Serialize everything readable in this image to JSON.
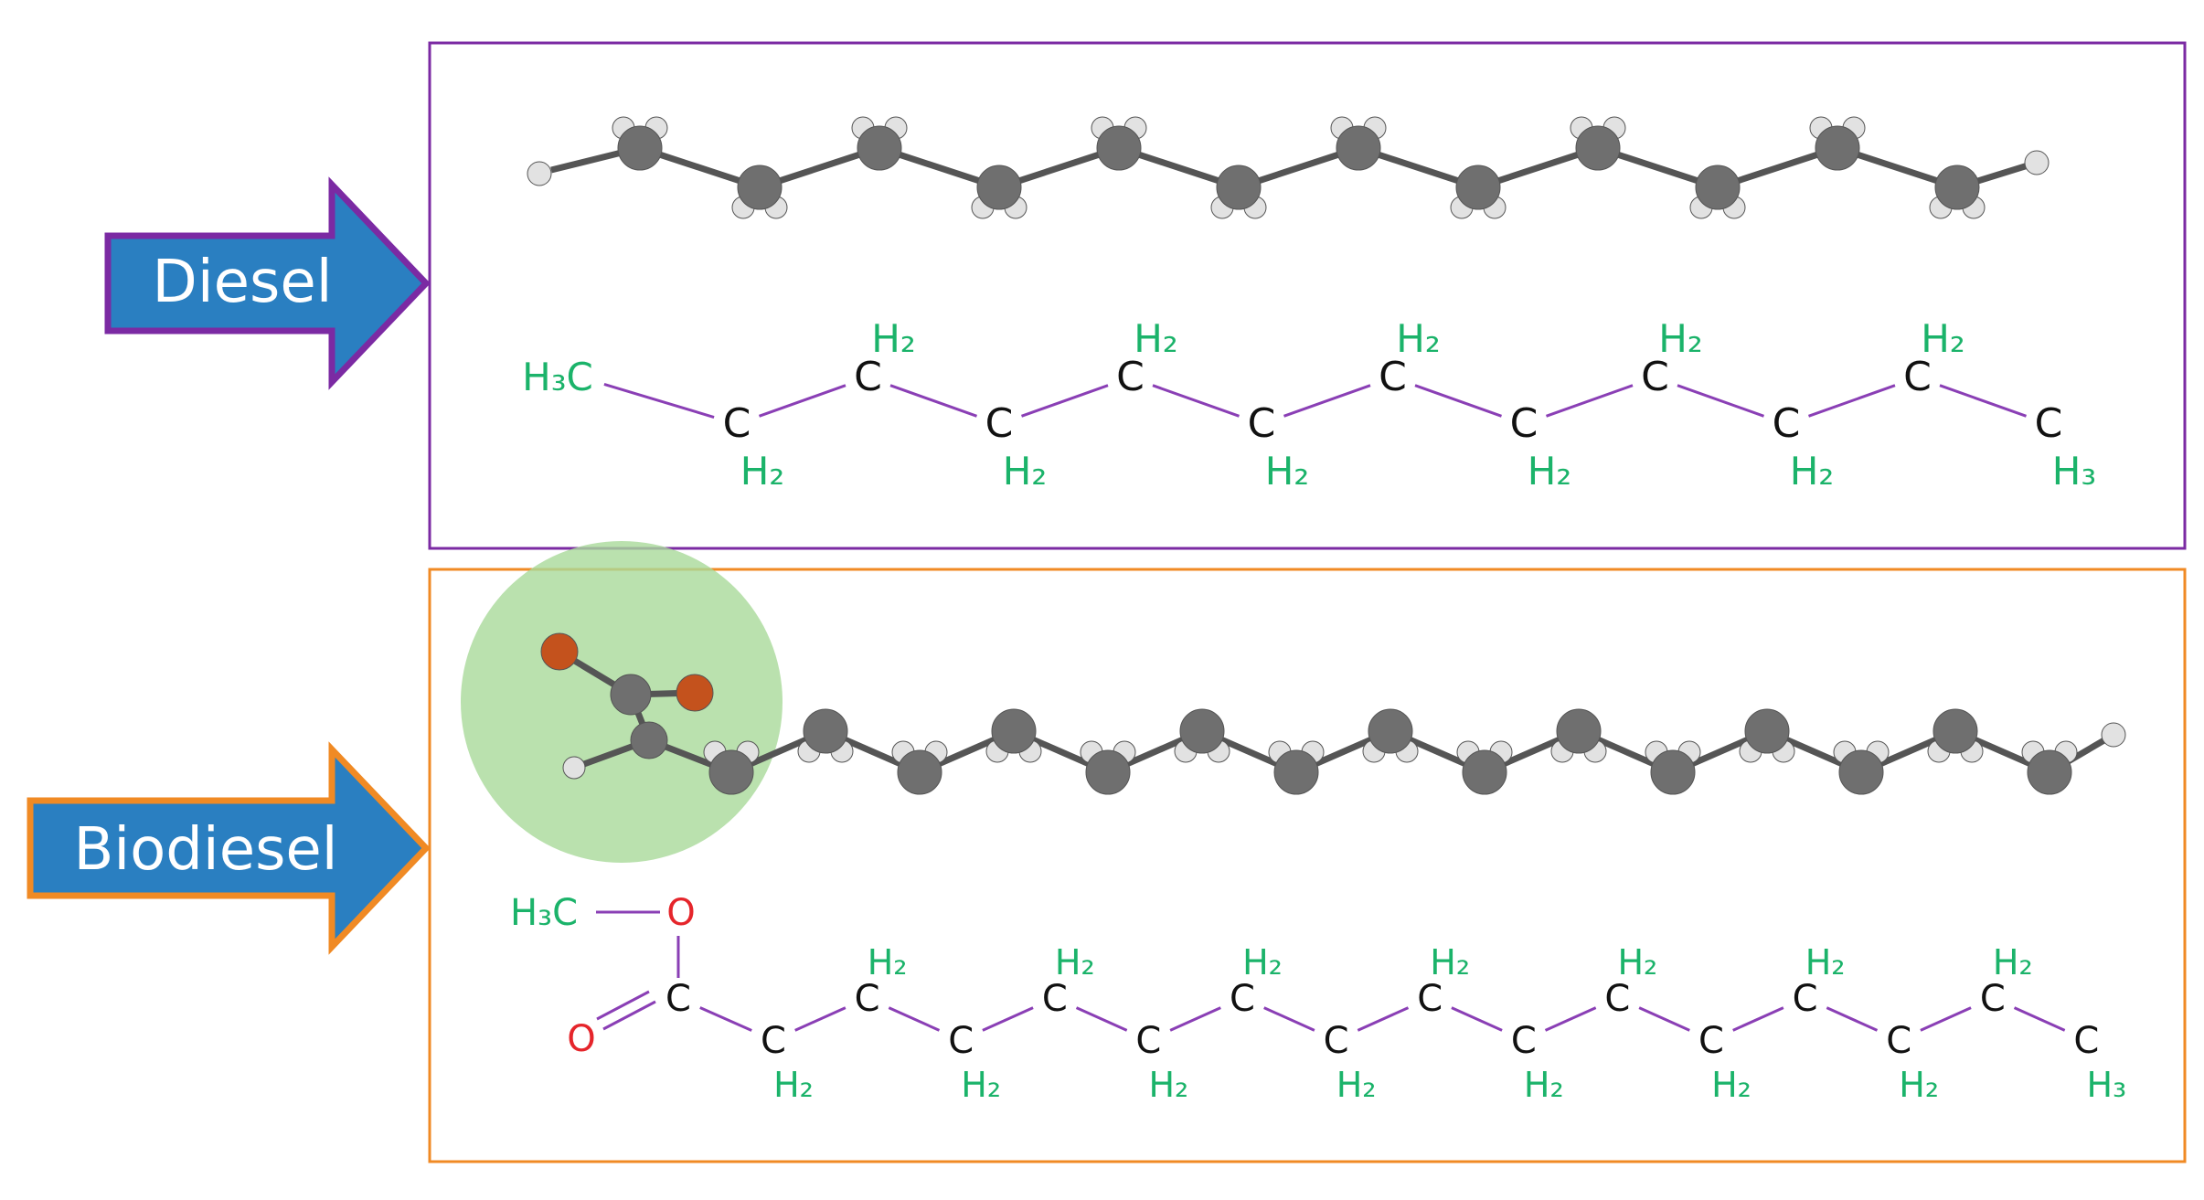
{
  "labels": {
    "diesel": "Diesel",
    "biodiesel": "Biodiesel"
  },
  "atoms": {
    "carbon": "C",
    "ch2_group": "H₂",
    "ch3_group": "H₃",
    "methyl_left": "H₃C",
    "oxygen": "O"
  },
  "colors": {
    "arrow_fill": "#2a7fc1",
    "diesel_border": "#7b2aa3",
    "biodiesel_border": "#f08a24",
    "hydrogen_text": "#1bb36a",
    "bond": "#8a3fb5",
    "oxygen": "#e5252b",
    "carbon_text": "#111111",
    "ester_highlight": "#a9d99a",
    "ball_carbon": "#6f6f6f",
    "ball_hydrogen": "#e2e2e2",
    "ball_oxygen": "#c4521d"
  },
  "molecules": {
    "diesel": {
      "zigzag_carbons": 12,
      "ch2_up_count": 5,
      "ch2_down_count": 5
    },
    "biodiesel": {
      "zigzag_carbons": 15,
      "ch2_up_count": 7,
      "ch2_down_count": 7
    }
  }
}
